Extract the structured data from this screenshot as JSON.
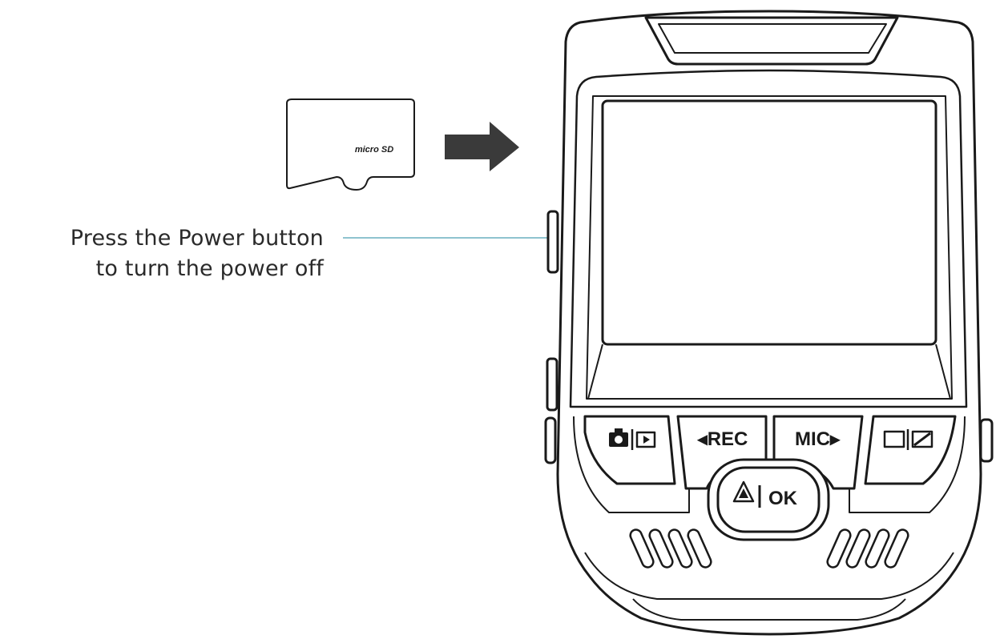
{
  "caption": {
    "line1": "Press the Power button",
    "line2": "to turn the power off"
  },
  "card": {
    "logo_text": "micro SD"
  },
  "buttons": {
    "rec_label": "◂REC",
    "mic_label": "MIC▸",
    "ok_label": "OK"
  },
  "colors": {
    "leader_line": "#8fc3cf",
    "outline": "#1a1a1a",
    "arrow": "#3a3a3a"
  }
}
